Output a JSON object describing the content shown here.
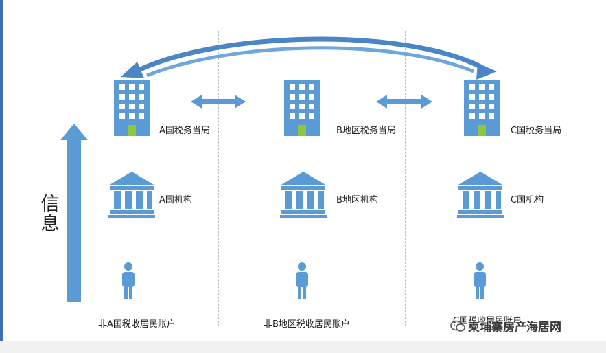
{
  "colors": {
    "primary": "#5b9bd5",
    "door": "#8dc63f",
    "accent": "#3f6fb5"
  },
  "columns": [
    {
      "authority": "A国税务当局",
      "institution": "A国机构",
      "account": "非A国税收居民账户"
    },
    {
      "authority": "B地区税务当局",
      "institution": "B地区机构",
      "account": "非B地区税收居民账户"
    },
    {
      "authority": "C国税务当局",
      "institution": "C国机构",
      "account": "C国税收居民账户"
    }
  ],
  "info_label": "信\n息",
  "watermark": {
    "text": "柬埔寨房产海居网",
    "icon": "wechat-icon"
  }
}
